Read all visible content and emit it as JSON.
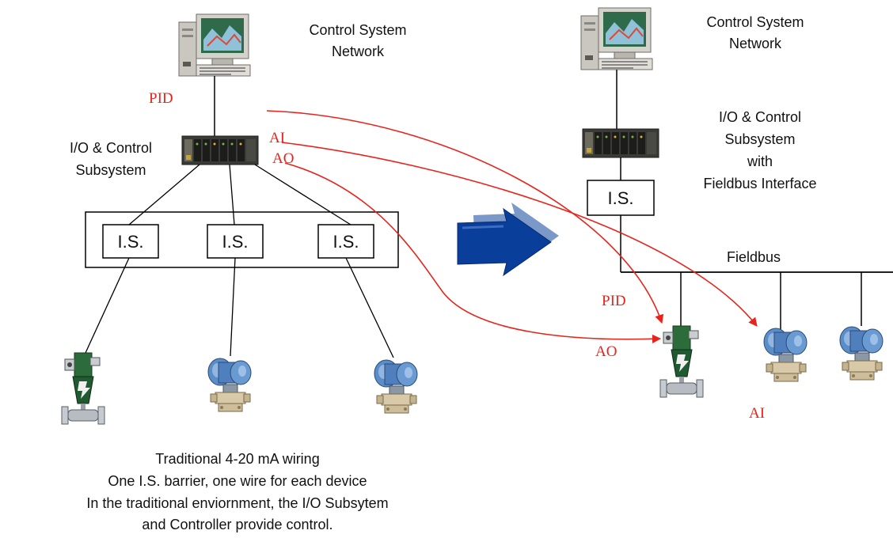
{
  "left": {
    "network_label": [
      "Control System",
      "Network"
    ],
    "io_label": [
      "I/O & Control",
      "Subsystem"
    ],
    "barriers": [
      "I.S.",
      "I.S.",
      "I.S."
    ],
    "signal_labels": {
      "pid": "PID",
      "ai": "AI",
      "ao": "AO"
    },
    "caption": [
      "Traditional 4-20 mA wiring",
      "One I.S. barrier, one wire for each device",
      "In the traditional enviornment, the I/O Subsytem",
      "and Controller provide control."
    ]
  },
  "right": {
    "network_label": [
      "Control System",
      "Network"
    ],
    "io_label": [
      "I/O & Control",
      "Subsystem",
      "with",
      "Fieldbus Interface"
    ],
    "barrier": "I.S.",
    "bus_label": "Fieldbus",
    "signal_labels": {
      "pid": "PID",
      "ao": "AO",
      "ai": "AI"
    }
  },
  "colors": {
    "signal": "#e8231c",
    "arrow": "#0a3e9b",
    "wire": "#000000"
  },
  "icons": [
    "computer-icon",
    "io-rack-icon",
    "control-valve-icon",
    "pressure-transmitter-icon",
    "transition-arrow-icon"
  ]
}
